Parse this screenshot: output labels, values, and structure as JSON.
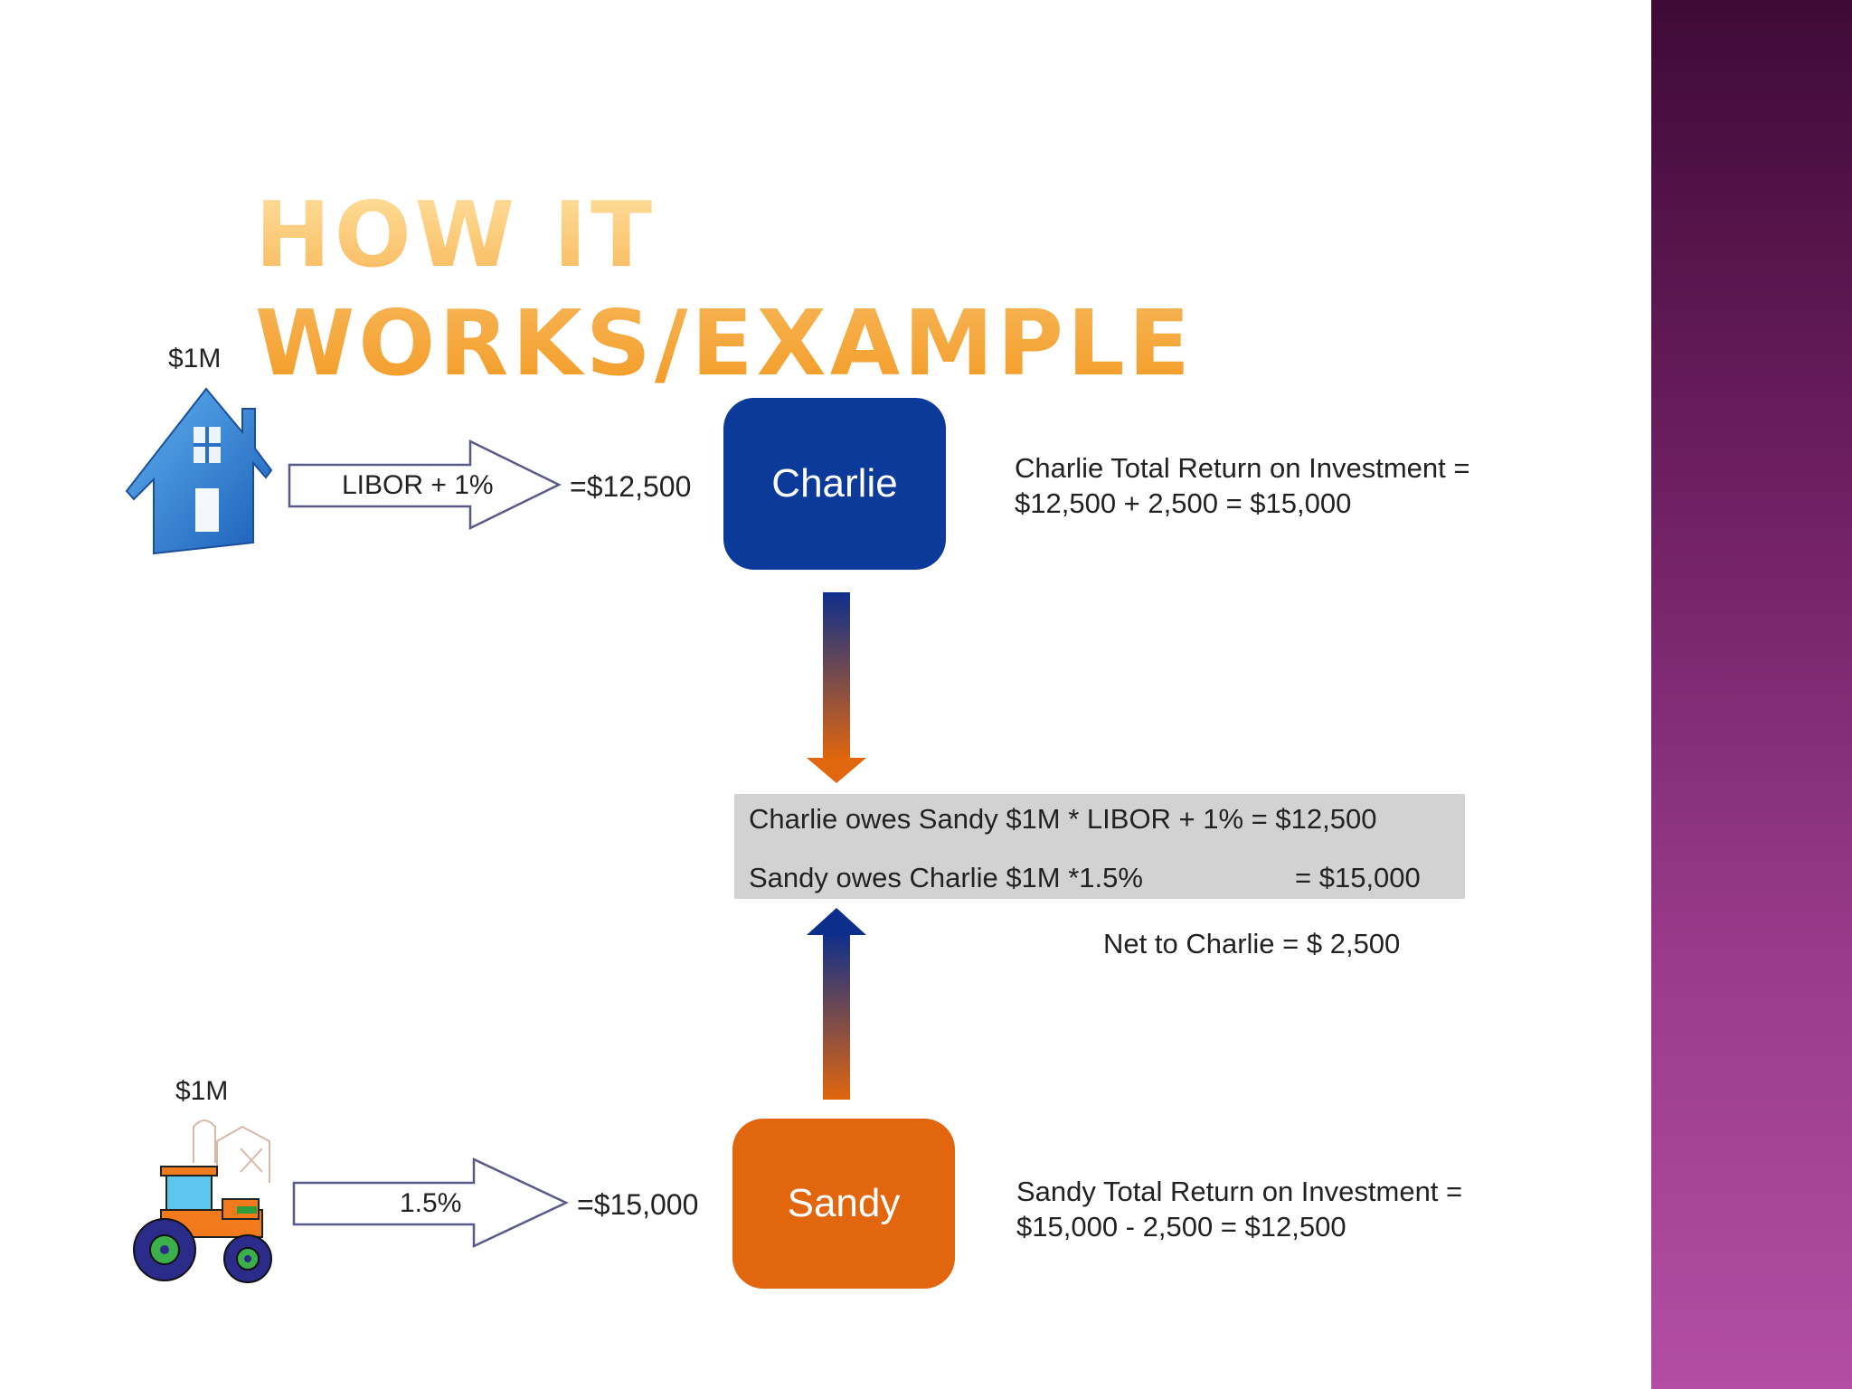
{
  "slide": {
    "title": "HOW IT WORKS/EXAMPLE",
    "accent_colors": {
      "charlie": "#0b3a9a",
      "sandy": "#e2660d",
      "title_gold": "#f7b352",
      "side_band": "#8a2f7c"
    }
  },
  "top_row": {
    "asset_amount": "$1M",
    "asset_icon": "house-icon",
    "arrow_label": "LIBOR + 1%",
    "payment": "=$12,500",
    "party": "Charlie",
    "result_line1": "Charlie Total Return on Investment =",
    "result_line2": "$12,500 + 2,500 = $15,000"
  },
  "bottom_row": {
    "asset_amount": "$1M",
    "asset_icon": "tractor-farm-icon",
    "arrow_label": "1.5%",
    "payment": "=$15,000",
    "party": "Sandy",
    "result_line1": "Sandy Total Return on Investment =",
    "result_line2": "$15,000 - 2,500 = $12,500"
  },
  "exchange": {
    "line1_text": "Charlie owes Sandy $1M * LIBOR + 1% = $12,500",
    "line2_text": "Sandy owes Charlie $1M *1.5%",
    "line2_value": "= $15,000",
    "net": "Net to Charlie = $  2,500"
  }
}
